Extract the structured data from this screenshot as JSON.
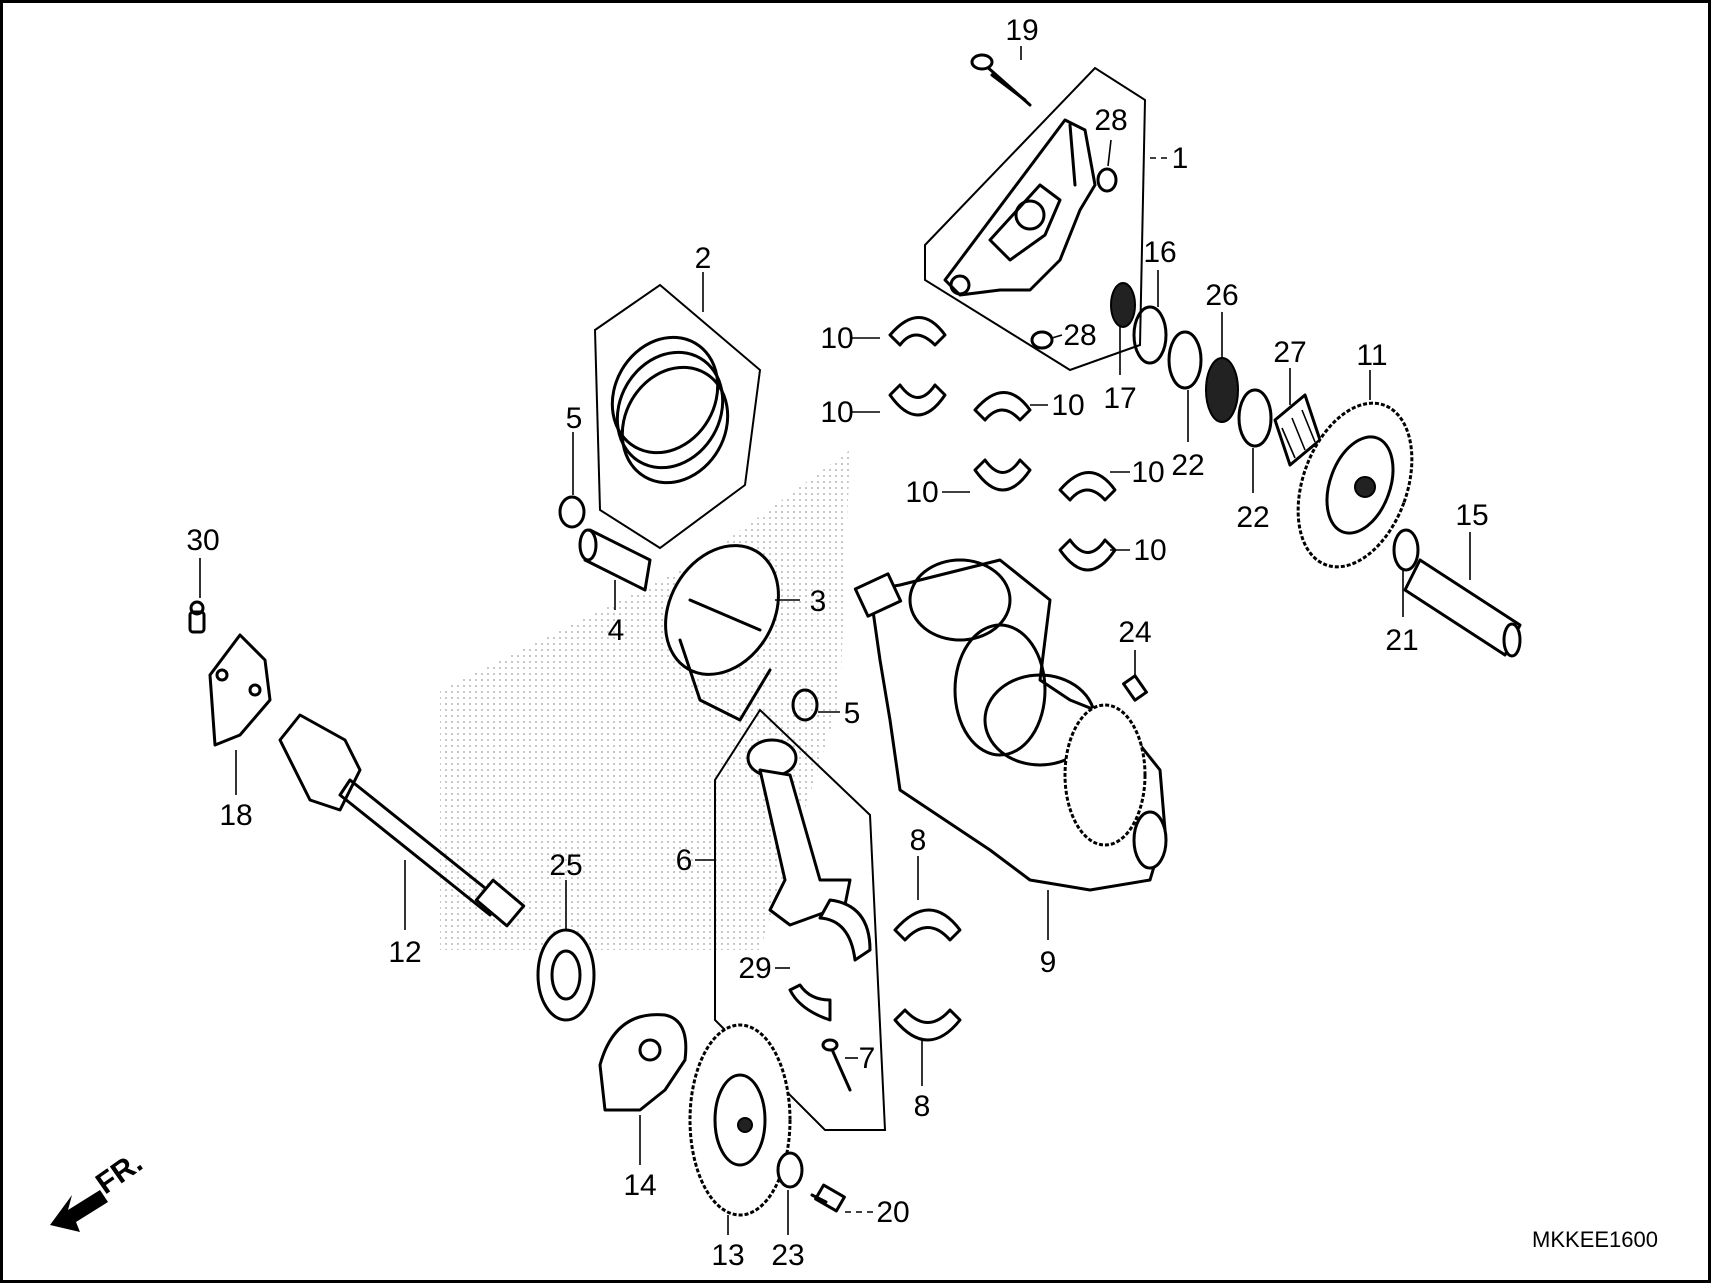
{
  "diagram_code": "MKKEE1600",
  "front_indicator": "FR.",
  "callouts": [
    {
      "id": "c1",
      "text": "1"
    },
    {
      "id": "c2",
      "text": "2"
    },
    {
      "id": "c3",
      "text": "3"
    },
    {
      "id": "c4",
      "text": "4"
    },
    {
      "id": "c5a",
      "text": "5"
    },
    {
      "id": "c5b",
      "text": "5"
    },
    {
      "id": "c6",
      "text": "6"
    },
    {
      "id": "c7",
      "text": "7"
    },
    {
      "id": "c8a",
      "text": "8"
    },
    {
      "id": "c8b",
      "text": "8"
    },
    {
      "id": "c9",
      "text": "9"
    },
    {
      "id": "c10a",
      "text": "10"
    },
    {
      "id": "c10b",
      "text": "10"
    },
    {
      "id": "c10c",
      "text": "10"
    },
    {
      "id": "c10d",
      "text": "10"
    },
    {
      "id": "c10e",
      "text": "10"
    },
    {
      "id": "c10f",
      "text": "10"
    },
    {
      "id": "c11",
      "text": "11"
    },
    {
      "id": "c12",
      "text": "12"
    },
    {
      "id": "c13",
      "text": "13"
    },
    {
      "id": "c14",
      "text": "14"
    },
    {
      "id": "c15",
      "text": "15"
    },
    {
      "id": "c16",
      "text": "16"
    },
    {
      "id": "c17",
      "text": "17"
    },
    {
      "id": "c18",
      "text": "18"
    },
    {
      "id": "c19",
      "text": "19"
    },
    {
      "id": "c20",
      "text": "20"
    },
    {
      "id": "c21",
      "text": "21"
    },
    {
      "id": "c22a",
      "text": "22"
    },
    {
      "id": "c22b",
      "text": "22"
    },
    {
      "id": "c23",
      "text": "23"
    },
    {
      "id": "c24",
      "text": "24"
    },
    {
      "id": "c25",
      "text": "25"
    },
    {
      "id": "c26",
      "text": "26"
    },
    {
      "id": "c27",
      "text": "27"
    },
    {
      "id": "c28a",
      "text": "28"
    },
    {
      "id": "c28b",
      "text": "28"
    },
    {
      "id": "c29",
      "text": "29"
    },
    {
      "id": "c30",
      "text": "30"
    }
  ]
}
